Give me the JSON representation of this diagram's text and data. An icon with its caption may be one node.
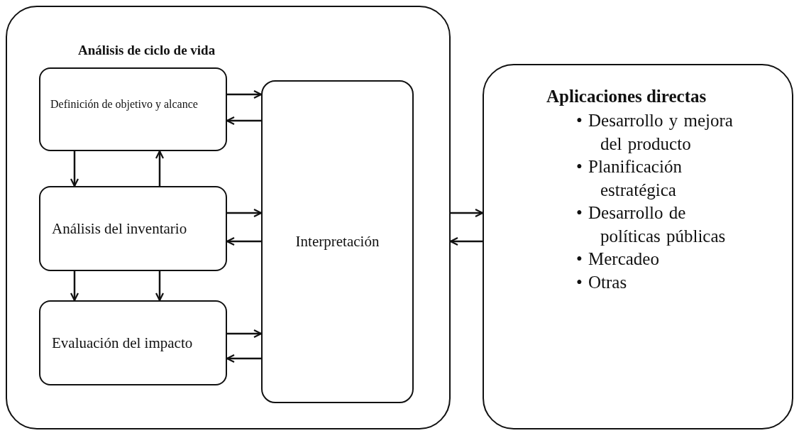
{
  "diagram": {
    "nodes": [
      {
        "text": [
          "Análisis de ciclo de vida"
        ]
      },
      {
        "text": [
          "Definición de objetivo y alcance"
        ],
        "in": 0
      },
      {
        "text": [
          "Análisis del inventario"
        ],
        "in": 0
      },
      {
        "text": [
          "Evaluación del impacto"
        ],
        "in": 0
      },
      {
        "text": [
          "Interpretación"
        ],
        "in": 0
      },
      {
        "text": [
          "Aplicaciones directas",
          "• Desarrollo y mejora del producto",
          "• Planificación estratégica",
          "• Desarrollo de políticas públicas",
          "• Mercadeo",
          "• Otras"
        ]
      }
    ],
    "edges": [
      {
        "from": 1,
        "to": 4,
        "arrow": "to"
      },
      {
        "from": 4,
        "to": 1,
        "arrow": "to"
      },
      {
        "from": 1,
        "to": 2,
        "arrow": "to"
      },
      {
        "from": 2,
        "to": 1,
        "arrow": "to"
      },
      {
        "from": 2,
        "to": 4,
        "arrow": "to"
      },
      {
        "from": 4,
        "to": 2,
        "arrow": "to"
      },
      {
        "from": 2,
        "to": 3,
        "arrow": "to"
      },
      {
        "from": 2,
        "to": 3,
        "arrow": "to"
      },
      {
        "from": 3,
        "to": 4,
        "arrow": "to"
      },
      {
        "from": 4,
        "to": 3,
        "arrow": "to"
      },
      {
        "from": 0,
        "to": 5,
        "arrow": "to"
      },
      {
        "from": 5,
        "to": 0,
        "arrow": "to"
      }
    ]
  }
}
